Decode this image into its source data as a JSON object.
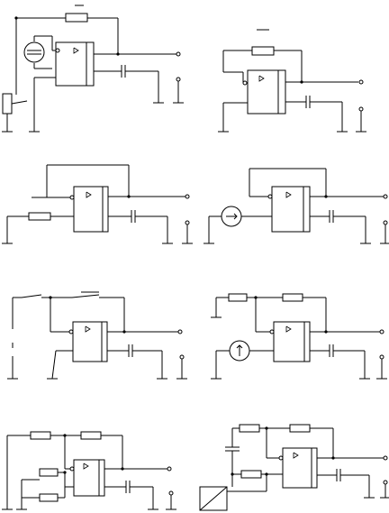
{
  "figure": {
    "panels": [
      {
        "id": "1",
        "source": "current-source-loop",
        "input_element": "resistor-to-ground",
        "feedback": "resistor"
      },
      {
        "id": "2",
        "source": "none",
        "input_element": "ground",
        "feedback": "resistor"
      },
      {
        "id": "3",
        "source": "none",
        "input_element": "series-resistor",
        "feedback": "wire"
      },
      {
        "id": "4",
        "source": "current-source",
        "input_element": "current-source",
        "feedback": "wire"
      },
      {
        "id": "5",
        "source": "switches",
        "input_element": "switch",
        "feedback": "switch"
      },
      {
        "id": "6",
        "source": "current-source",
        "input_element": "resistor-divider",
        "feedback": "resistor"
      },
      {
        "id": "7",
        "source": "none",
        "input_element": "resistor-network",
        "feedback": "resistor"
      },
      {
        "id": "8",
        "source": "transducer",
        "input_element": "capacitor-and-resistors",
        "feedback": "resistor"
      }
    ],
    "colors": {
      "line": "#000000",
      "background": "#ffffff"
    }
  }
}
